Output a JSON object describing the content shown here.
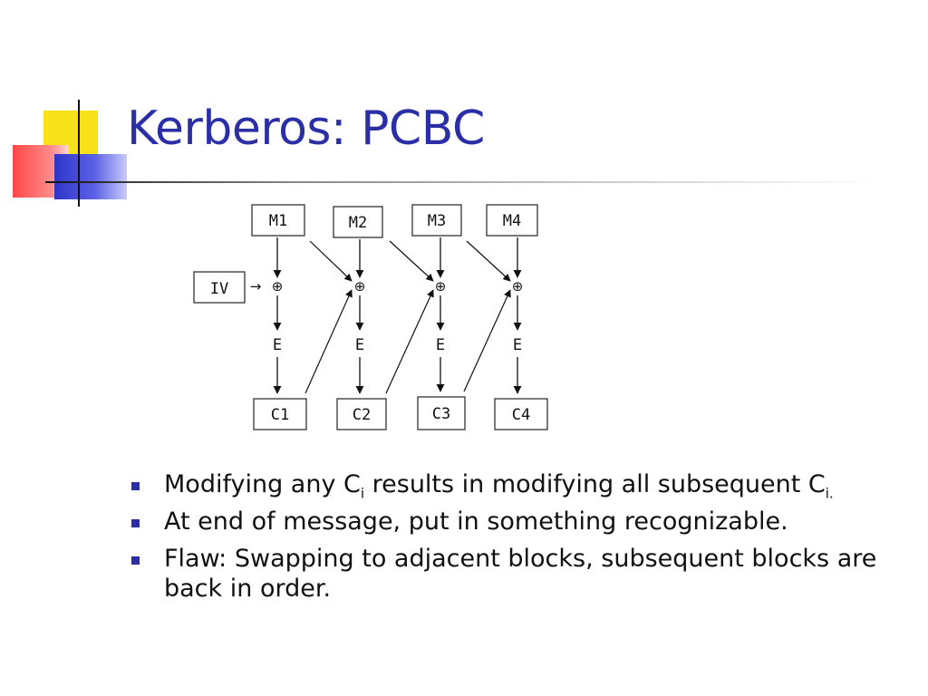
{
  "slide": {
    "title": "Kerberos: PCBC",
    "colors": {
      "title": "#2b2fa6",
      "bullet": "#2b2fa6",
      "accent_yellow": "#f7e21a",
      "accent_red": "#ff4747",
      "accent_blue": "#2f35c8"
    }
  },
  "diagram": {
    "iv_label": "IV",
    "xor_symbol": "⊕",
    "arrow_symbol": "→",
    "encrypt_label": "E",
    "messages": [
      "M1",
      "M2",
      "M3",
      "M4"
    ],
    "ciphertexts": [
      "C1",
      "C2",
      "C3",
      "C4"
    ]
  },
  "bullets": [
    {
      "parts": [
        "Modifying any C",
        "i",
        " results in modifying all subsequent C",
        "i."
      ]
    },
    {
      "parts": [
        "At end of message, put in something recognizable."
      ]
    },
    {
      "parts": [
        "Flaw: Swapping to adjacent blocks, subsequent blocks are back in order."
      ]
    }
  ]
}
